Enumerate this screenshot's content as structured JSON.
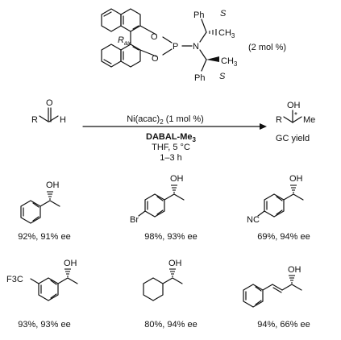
{
  "ligand": {
    "o1": "O",
    "o2": "O",
    "p": "P",
    "n": "N",
    "ph_top": "Ph",
    "ph_bottom": "Ph",
    "s_top": "S",
    "s_bottom": "S",
    "ch3_top": "CH",
    "ch3_top_sub": "3",
    "ch3_bottom": "CH",
    "ch3_bottom_sub": "3",
    "rax": "R",
    "rax_sub": "ax",
    "loading": "(2 mol %)"
  },
  "substrate": {
    "o": "O",
    "r": "R",
    "h": "H"
  },
  "conditions": {
    "catalyst_pre": "Ni(acac)",
    "catalyst_sub": "2",
    "catalyst_post": " (1 mol %)",
    "reagent_main": "DABAL-Me",
    "reagent_sub": "3",
    "solvent_temp": "THF, 5 °C",
    "time": "1–3 h"
  },
  "product": {
    "oh": "OH",
    "r": "R",
    "me": "Me",
    "star": "*",
    "note": "GC yield"
  },
  "examples": [
    {
      "result": "92%, 91% ee",
      "oh": "OH",
      "substituent": ""
    },
    {
      "result": "98%, 93% ee",
      "oh": "OH",
      "substituent": "Br"
    },
    {
      "result": "69%, 94% ee",
      "oh": "OH",
      "substituent": "NC"
    },
    {
      "result": "93%, 93% ee",
      "oh": "OH",
      "substituent": "F3C"
    },
    {
      "result": "80%, 94% ee",
      "oh": "OH",
      "substituent": ""
    },
    {
      "result": "94%, 66% ee",
      "oh": "OH",
      "substituent": ""
    }
  ]
}
